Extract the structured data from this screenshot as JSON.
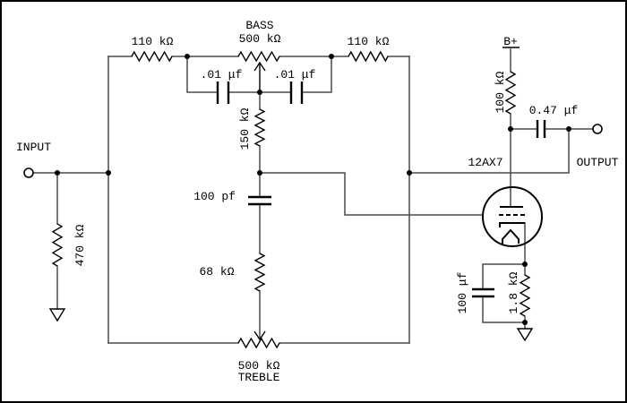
{
  "colors": {
    "background": "#ffffff",
    "wire": "#4a4a4a",
    "symbol": "#000000",
    "text": "#000000",
    "border": "#000000"
  },
  "schematic": {
    "labels": {
      "input": "INPUT",
      "output": "OUTPUT",
      "supply": "B+",
      "tube": "12AX7",
      "bass_name": "BASS",
      "bass_value": "500 kΩ",
      "treble_value": "500 kΩ",
      "treble_name": "TREBLE",
      "r_feed_left": "110 kΩ",
      "r_feed_right": "110 kΩ",
      "c_bass_left": ".01 μf",
      "c_bass_right": ".01 μf",
      "r_mid": "150 kΩ",
      "c_treble": "100 pf",
      "r_lower": "68 kΩ",
      "r_input_shunt": "470 kΩ",
      "r_plate": "100 kΩ",
      "c_output": "0.47 μf",
      "c_cathode": "100 μf",
      "r_cathode": "1.8 kΩ"
    }
  }
}
